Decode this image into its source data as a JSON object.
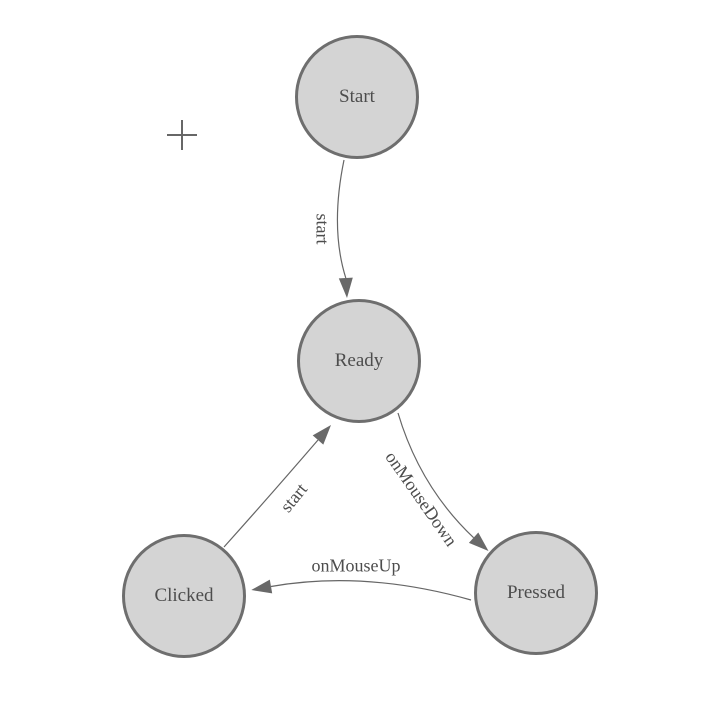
{
  "diagram": {
    "type": "state-diagram",
    "background": "#ffffff",
    "origin_marker": "plus-crosshair",
    "colors": {
      "node_fill": "#d4d4d4",
      "node_border": "#6e6e6e",
      "edge_stroke": "#666666",
      "arrowhead_fill": "#696969",
      "label_text": "#4d4d4d"
    },
    "nodes": [
      {
        "id": "start",
        "label": "Start"
      },
      {
        "id": "ready",
        "label": "Ready"
      },
      {
        "id": "clicked",
        "label": "Clicked"
      },
      {
        "id": "pressed",
        "label": "Pressed"
      }
    ],
    "edges": [
      {
        "from": "Start",
        "to": "Ready",
        "label": "start"
      },
      {
        "from": "Clicked",
        "to": "Ready",
        "label": "start"
      },
      {
        "from": "Ready",
        "to": "Pressed",
        "label": "onMouseDown"
      },
      {
        "from": "Pressed",
        "to": "Clicked",
        "label": "onMouseUp"
      }
    ]
  }
}
